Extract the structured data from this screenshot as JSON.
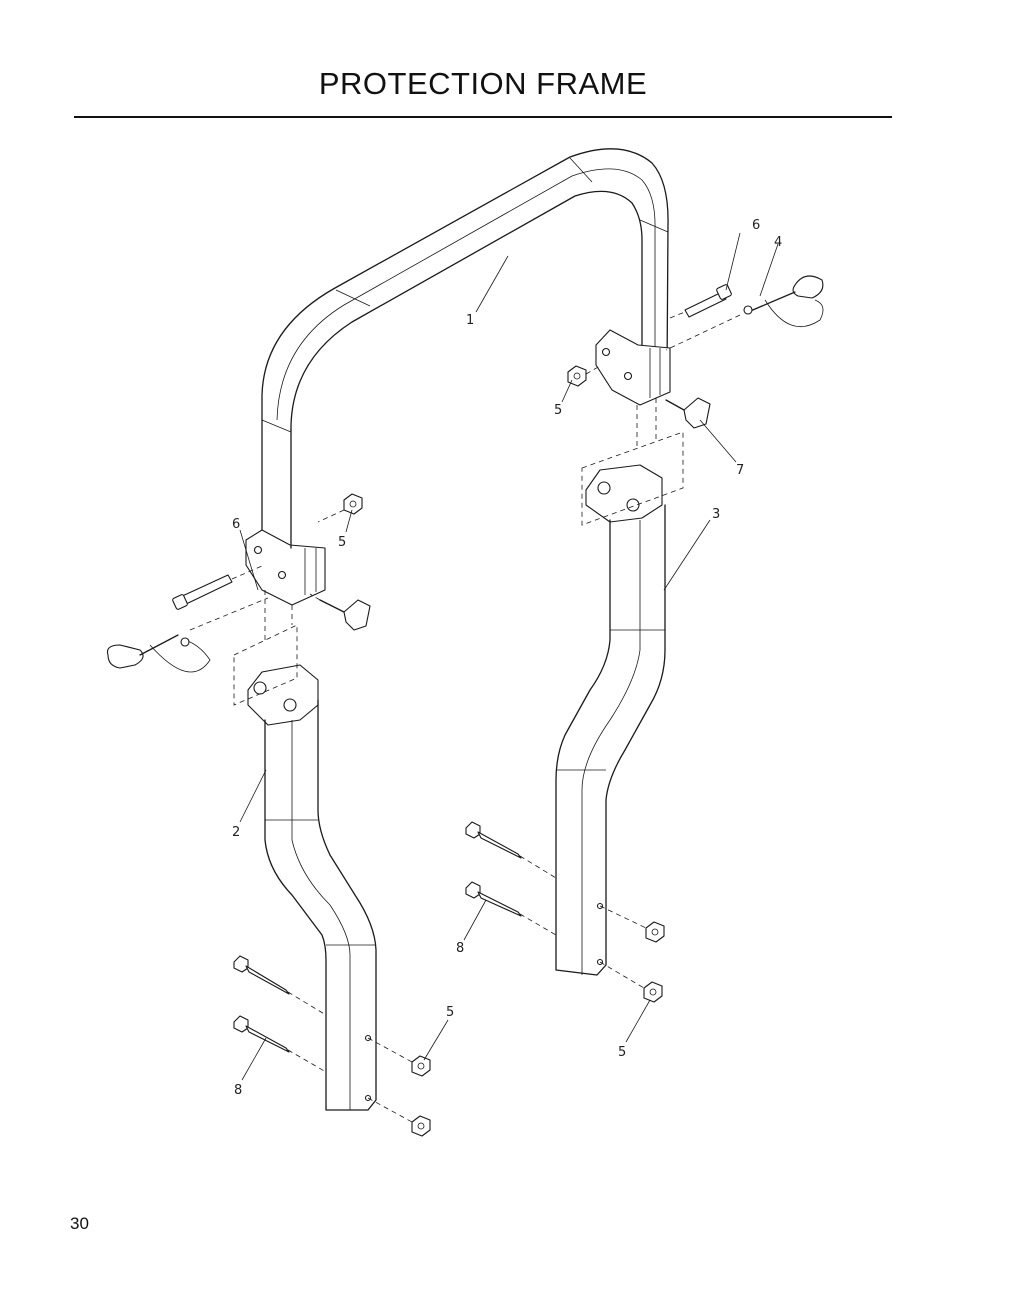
{
  "header": {
    "title": "PROTECTION FRAME"
  },
  "footer": {
    "page_number": "30"
  },
  "callouts": {
    "c1": "1",
    "c2": "2",
    "c3": "3",
    "c4": "4",
    "c5a": "5",
    "c5b": "5",
    "c5c": "5",
    "c5d": "5",
    "c6a": "6",
    "c6b": "6",
    "c7": "7",
    "c8a": "8",
    "c8b": "8"
  }
}
